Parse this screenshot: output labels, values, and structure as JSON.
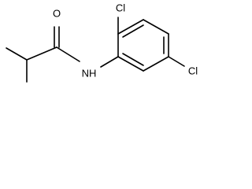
{
  "molecule": {
    "atoms": {
      "oxygen": "O",
      "nitrogen": "NH",
      "chlorine_top": "Cl",
      "chlorine_right": "Cl"
    }
  }
}
